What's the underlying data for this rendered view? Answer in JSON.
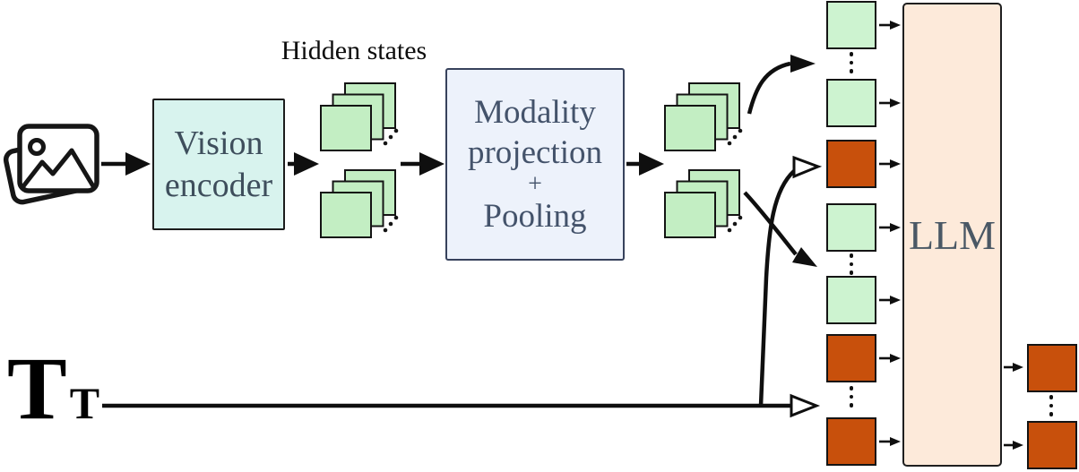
{
  "diagram": {
    "hidden_states_label": "Hidden states",
    "vision_encoder": {
      "line1": "Vision",
      "line2": "encoder"
    },
    "modality": {
      "line1": "Modality",
      "line2": "projection",
      "plus": "+",
      "line3": "Pooling"
    },
    "llm_label": "LLM",
    "text_input": {
      "symbol": "T",
      "subscript": "T"
    },
    "input_tokens": [
      {
        "type": "image"
      },
      {
        "type": "ellipsis"
      },
      {
        "type": "image"
      },
      {
        "type": "text"
      },
      {
        "type": "image"
      },
      {
        "type": "ellipsis"
      },
      {
        "type": "image"
      },
      {
        "type": "text"
      },
      {
        "type": "ellipsis"
      },
      {
        "type": "text"
      }
    ],
    "output_tokens": [
      {
        "type": "text"
      },
      {
        "type": "ellipsis"
      },
      {
        "type": "text"
      }
    ]
  },
  "colors": {
    "stack_green": "#c3eec3",
    "token_green": "#cdf3d0",
    "token_orange": "#c8500c",
    "vision_fill": "#d8f3ee",
    "modality_fill": "#edf2fb",
    "modality_border": "#37425c",
    "llm_fill": "#fdeada",
    "box_text": "#3e4e5c"
  }
}
